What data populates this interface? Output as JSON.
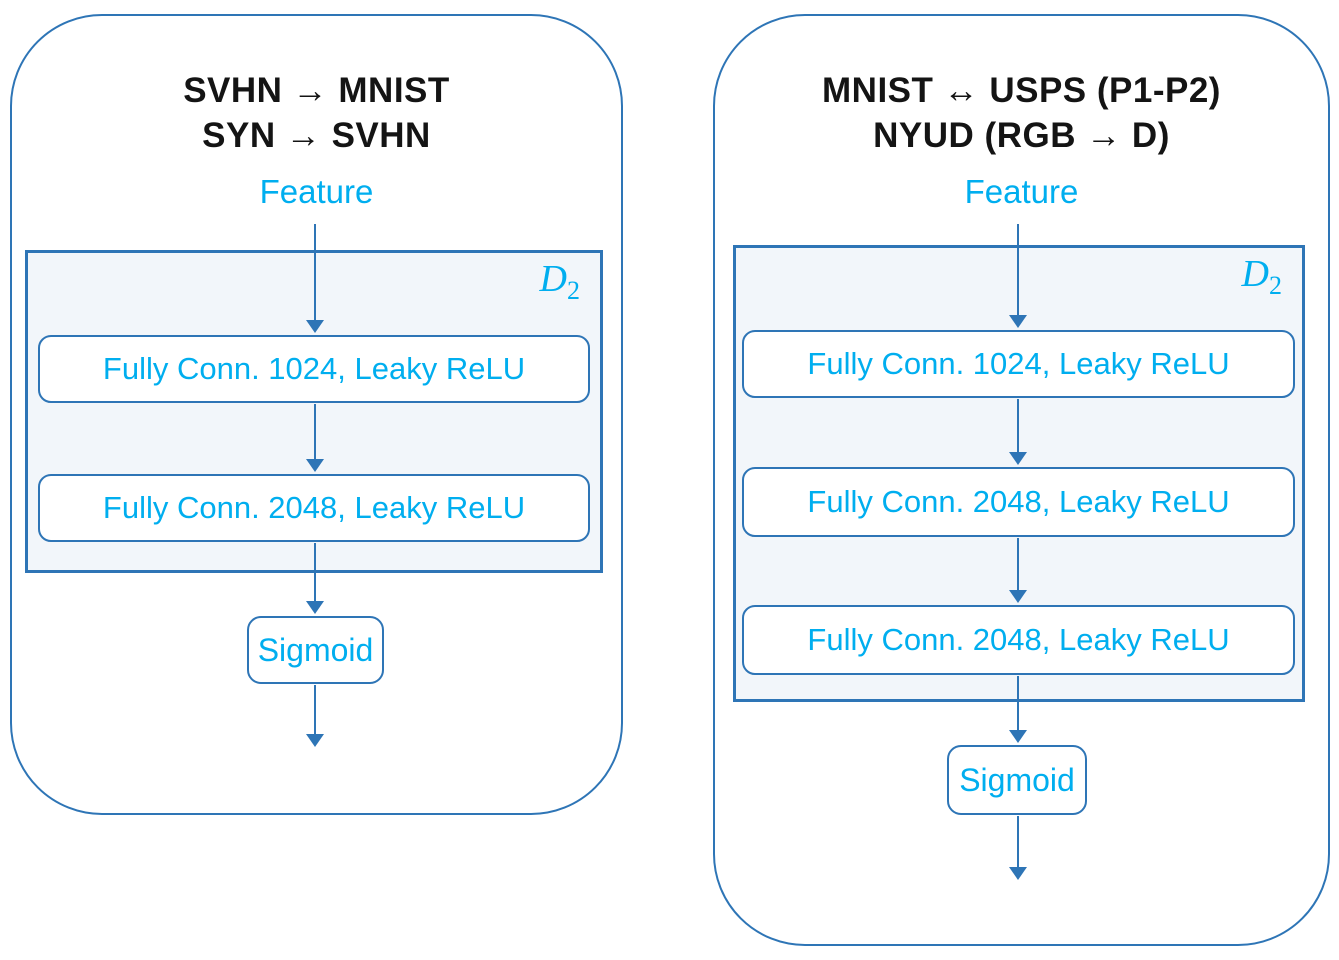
{
  "colors": {
    "outline_blue": "#2e75b6",
    "label_cyan": "#00aeef",
    "block_fill_light_blue": "#f2f6fa",
    "title_black": "#141414",
    "background": "#ffffff"
  },
  "panels": [
    {
      "id": "digits-discriminator",
      "title_lines": [
        "SVHN → MNIST",
        "SYN → SVHN"
      ],
      "input_label": "Feature",
      "discriminator_label": "D",
      "discriminator_subscript": "2",
      "layers": [
        "Fully Conn. 1024, Leaky ReLU",
        "Fully Conn. 2048, Leaky ReLU"
      ],
      "output_label": "Sigmoid"
    },
    {
      "id": "mnist-usps-nyud-discriminator",
      "title_lines": [
        "MNIST ↔ USPS (P1-P2)",
        "NYUD (RGB → D)"
      ],
      "input_label": "Feature",
      "discriminator_label": "D",
      "discriminator_subscript": "2",
      "layers": [
        "Fully Conn. 1024, Leaky ReLU",
        "Fully Conn. 2048, Leaky ReLU",
        "Fully Conn. 2048, Leaky ReLU"
      ],
      "output_label": "Sigmoid"
    }
  ]
}
